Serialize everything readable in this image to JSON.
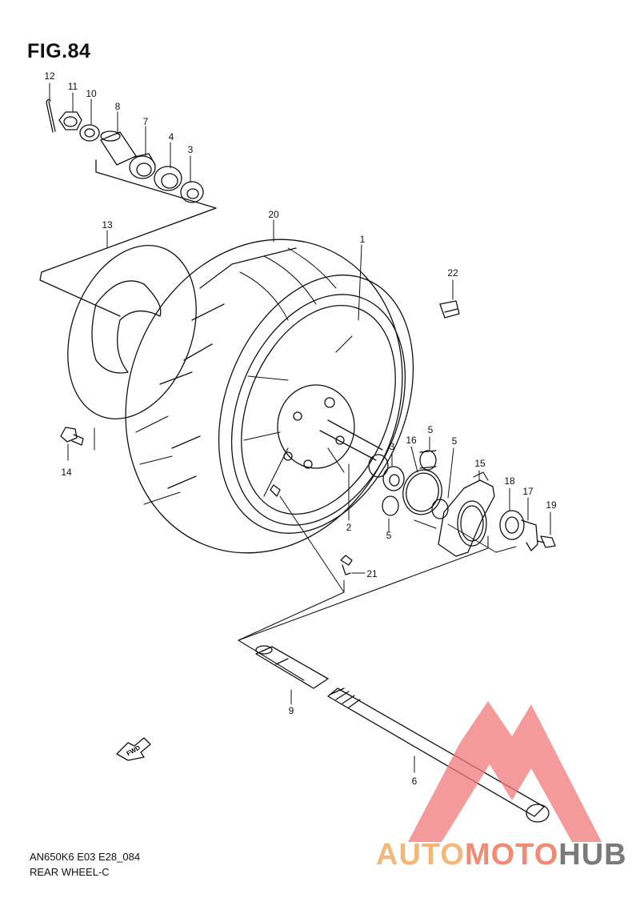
{
  "figure": {
    "title": "FIG.84",
    "code": "AN650K6 E03 E28_084",
    "name": "REAR WHEEL-C"
  },
  "fwd_label": "FWD",
  "callouts": {
    "c1": "1",
    "c2": "2",
    "c3a": "3",
    "c3b": "3",
    "c4": "4",
    "c5a": "5",
    "c5b": "5",
    "c5c": "5",
    "c6": "6",
    "c7": "7",
    "c8": "8",
    "c9": "9",
    "c10": "10",
    "c11": "11",
    "c12": "12",
    "c13": "13",
    "c14": "14",
    "c15": "15",
    "c16": "16",
    "c17": "17",
    "c18": "18",
    "c19": "19",
    "c20": "20",
    "c21": "21",
    "c22": "22"
  },
  "watermark": {
    "part1": "AUTO",
    "part2": "MOTO",
    "part3": "HUB",
    "colors": {
      "light": "#f5b67a",
      "mid": "#f28b73",
      "dark": "#7a7a7a",
      "triangle": "#f07878"
    }
  }
}
